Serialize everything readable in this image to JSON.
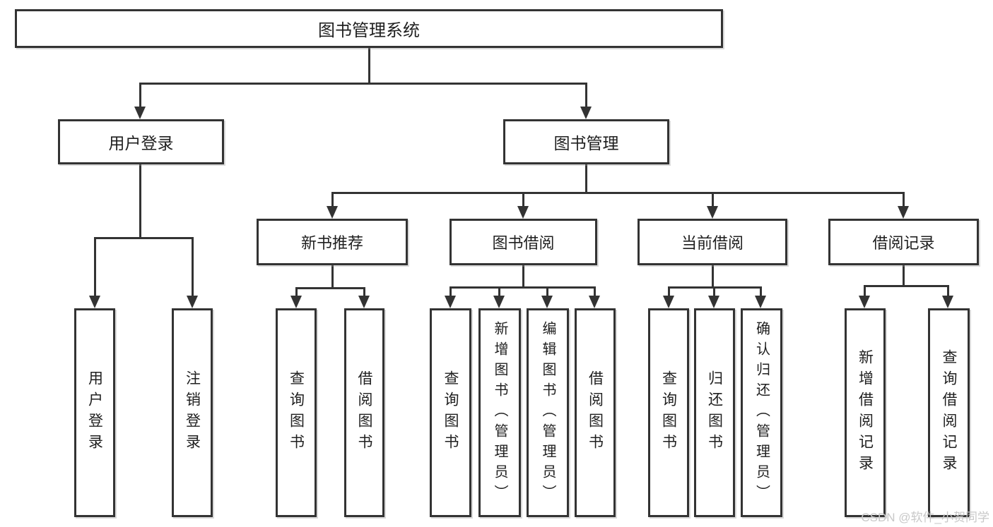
{
  "diagram": {
    "title": "图书管理系统",
    "type": "functional-decomposition-tree",
    "colors": {
      "line": "#333333",
      "border": "#333333",
      "text": "#1f1f1f",
      "background": "#ffffff",
      "watermark_text": "#c8c8c8"
    },
    "nodes": [
      {
        "id": "root",
        "label": "图书管理系统",
        "parent": null,
        "orientation": "horizontal"
      },
      {
        "id": "user-login",
        "label": "用户登录",
        "parent": "root",
        "orientation": "horizontal"
      },
      {
        "id": "book-mgmt",
        "label": "图书管理",
        "parent": "root",
        "orientation": "horizontal"
      },
      {
        "id": "new-book-rec",
        "label": "新书推荐",
        "parent": "book-mgmt",
        "orientation": "horizontal"
      },
      {
        "id": "book-borrow",
        "label": "图书借阅",
        "parent": "book-mgmt",
        "orientation": "horizontal"
      },
      {
        "id": "current-borrow",
        "label": "当前借阅",
        "parent": "book-mgmt",
        "orientation": "horizontal"
      },
      {
        "id": "borrow-records",
        "label": "借阅记录",
        "parent": "book-mgmt",
        "orientation": "horizontal"
      },
      {
        "id": "v-user-login",
        "label": "用户登录",
        "parent": "user-login",
        "orientation": "vertical"
      },
      {
        "id": "v-logout",
        "label": "注销登录",
        "parent": "user-login",
        "orientation": "vertical"
      },
      {
        "id": "v-query-book-1",
        "label": "查询图书",
        "parent": "new-book-rec",
        "orientation": "vertical"
      },
      {
        "id": "v-borrow-book-1",
        "label": "借阅图书",
        "parent": "new-book-rec",
        "orientation": "vertical"
      },
      {
        "id": "v-query-book-2",
        "label": "查询图书",
        "parent": "book-borrow",
        "orientation": "vertical"
      },
      {
        "id": "v-add-book",
        "label": "新增图书（管理员）",
        "parent": "book-borrow",
        "orientation": "vertical"
      },
      {
        "id": "v-edit-book",
        "label": "编辑图书（管理员）",
        "parent": "book-borrow",
        "orientation": "vertical"
      },
      {
        "id": "v-borrow-book-2",
        "label": "借阅图书",
        "parent": "book-borrow",
        "orientation": "vertical"
      },
      {
        "id": "v-query-book-3",
        "label": "查询图书",
        "parent": "current-borrow",
        "orientation": "vertical"
      },
      {
        "id": "v-return-book",
        "label": "归还图书",
        "parent": "current-borrow",
        "orientation": "vertical"
      },
      {
        "id": "v-confirm-return",
        "label": "确认归还（管理员）",
        "parent": "current-borrow",
        "orientation": "vertical"
      },
      {
        "id": "v-add-record",
        "label": "新增借阅记录",
        "parent": "borrow-records",
        "orientation": "vertical"
      },
      {
        "id": "v-query-record",
        "label": "查询借阅记录",
        "parent": "borrow-records",
        "orientation": "vertical"
      }
    ]
  },
  "watermark": {
    "text": "CSDN @软件_小贺同学"
  }
}
